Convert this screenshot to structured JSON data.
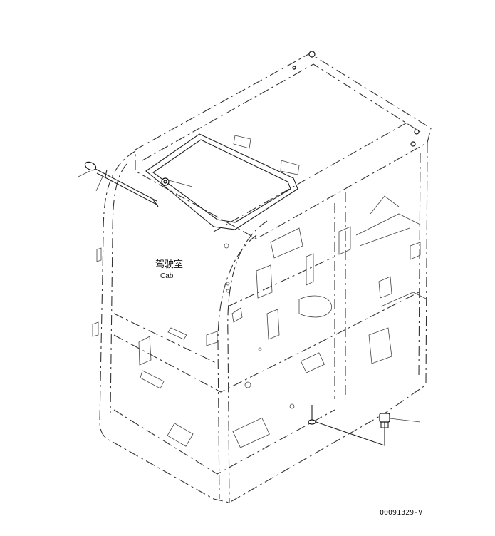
{
  "diagram": {
    "label_jp": "驾驶室",
    "label_en": "Cab",
    "drawing_code": "00091329-V"
  }
}
